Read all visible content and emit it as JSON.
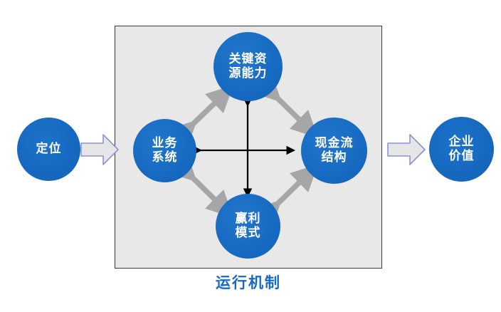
{
  "diagram": {
    "title_caption": "运行机制",
    "caption_color": "#1668cc",
    "panel_fill": "#e8e8e8",
    "panel_border": "#3a3a3c",
    "node_blue": "#1768c0",
    "cross_arrow_color": "#000000",
    "diagonal_arrow_color": "#a6a6a6",
    "block_arrow_fill": "#e6e6e6",
    "block_arrow_stroke": "#8b93d0"
  },
  "nodes": {
    "positioning": {
      "line1": "定位"
    },
    "key_resource": {
      "line1": "关键资",
      "line2": "源能力"
    },
    "business_system": {
      "line1": "业务",
      "line2": "系统"
    },
    "cash_flow": {
      "line1": "现金流",
      "line2": "结构"
    },
    "profit_model": {
      "line1": "赢利",
      "line2": "模式"
    },
    "enterprise_value": {
      "line1": "企业",
      "line2": "价值"
    }
  },
  "icons": {
    "block_arrow_left": "right-chevron-block-arrow-icon",
    "block_arrow_right": "right-chevron-block-arrow-icon",
    "cross_arrows": "double-headed-cross-arrow-icon",
    "diagonal_arrows": "diagonal-double-headed-arrow-icon"
  },
  "chart_data": {
    "type": "diagram",
    "title": "运行机制",
    "flow": [
      "定位",
      "运行机制",
      "企业价值"
    ],
    "core_nodes": [
      {
        "id": "key_resource",
        "label": "关键资源能力",
        "position": "top"
      },
      {
        "id": "business_system",
        "label": "业务系统",
        "position": "left"
      },
      {
        "id": "cash_flow",
        "label": "现金流结构",
        "position": "right"
      },
      {
        "id": "profit_model",
        "label": "赢利模式",
        "position": "bottom"
      }
    ],
    "connections": [
      {
        "from": "business_system",
        "to": "key_resource",
        "style": "gray-double-arrow"
      },
      {
        "from": "key_resource",
        "to": "cash_flow",
        "style": "gray-double-arrow"
      },
      {
        "from": "business_system",
        "to": "profit_model",
        "style": "gray-double-arrow"
      },
      {
        "from": "profit_model",
        "to": "cash_flow",
        "style": "gray-double-arrow"
      },
      {
        "from": "key_resource",
        "to": "profit_model",
        "style": "black-double-arrow-vertical"
      },
      {
        "from": "business_system",
        "to": "cash_flow",
        "style": "black-double-arrow-horizontal"
      }
    ]
  }
}
